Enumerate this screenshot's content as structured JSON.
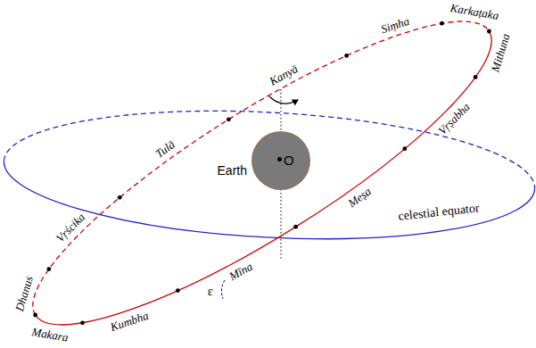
{
  "diagram": {
    "nodes": [
      {
        "text": [
          "Earth",
          "O"
        ]
      }
    ],
    "labels": [
      "Makara",
      "Kumbha",
      "Mīna",
      "Meṣa",
      "Vṛṣabha",
      "Mithuna",
      "Karkaṭaka",
      "Siṃha",
      "Kanyā",
      "Tulā",
      "Vṛścika",
      "Dhanus",
      "celestial equator",
      "ε"
    ]
  }
}
